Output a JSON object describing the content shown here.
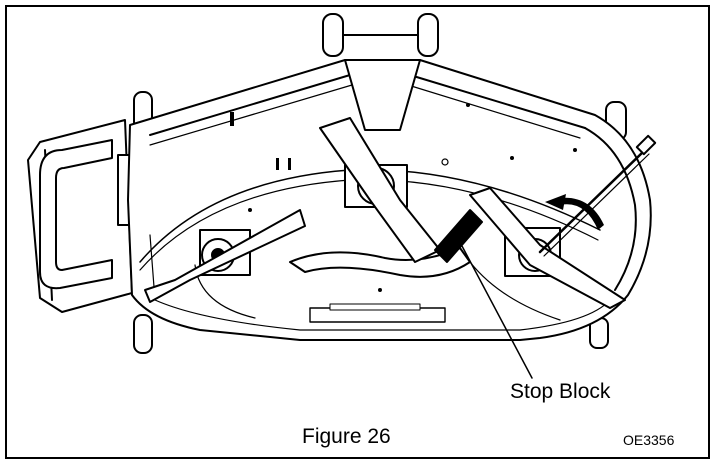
{
  "figure": {
    "caption": "Figure 26",
    "code": "OE3356"
  },
  "callouts": {
    "stop_block": "Stop Block"
  }
}
